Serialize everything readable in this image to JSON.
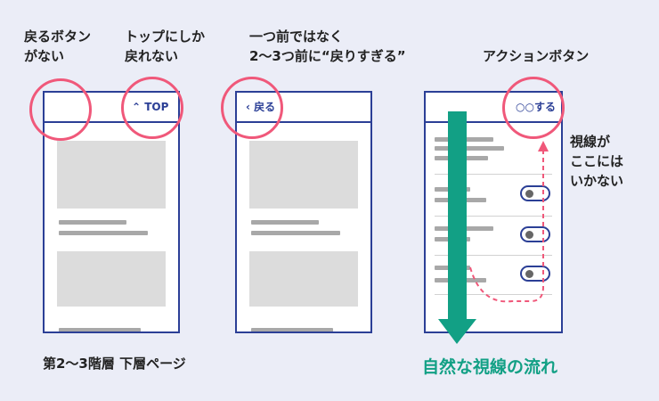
{
  "captions": {
    "no_back": [
      "戻るボタン",
      "がない"
    ],
    "top_only": [
      "トップにしか",
      "戻れない"
    ],
    "too_far": [
      "一つ前ではなく",
      "2〜3つ前に“戻りすぎる”"
    ],
    "action_button": "アクションボタン",
    "gaze_note": [
      "視線が",
      "ここには",
      "いかない"
    ]
  },
  "phones": {
    "top_label": "TOP",
    "back_label": "戻る",
    "action_label": "○○する"
  },
  "bottom": {
    "left_caption": "第2〜3階層 下層ページ",
    "flow_caption": "自然な視線の流れ"
  },
  "colors": {
    "accent_blue": "#2b3f96",
    "highlight_pink": "#f0587a",
    "flow_teal": "#12a085",
    "placeholder_gray": "#dcdcdc",
    "line_gray": "#a8a8a8"
  }
}
